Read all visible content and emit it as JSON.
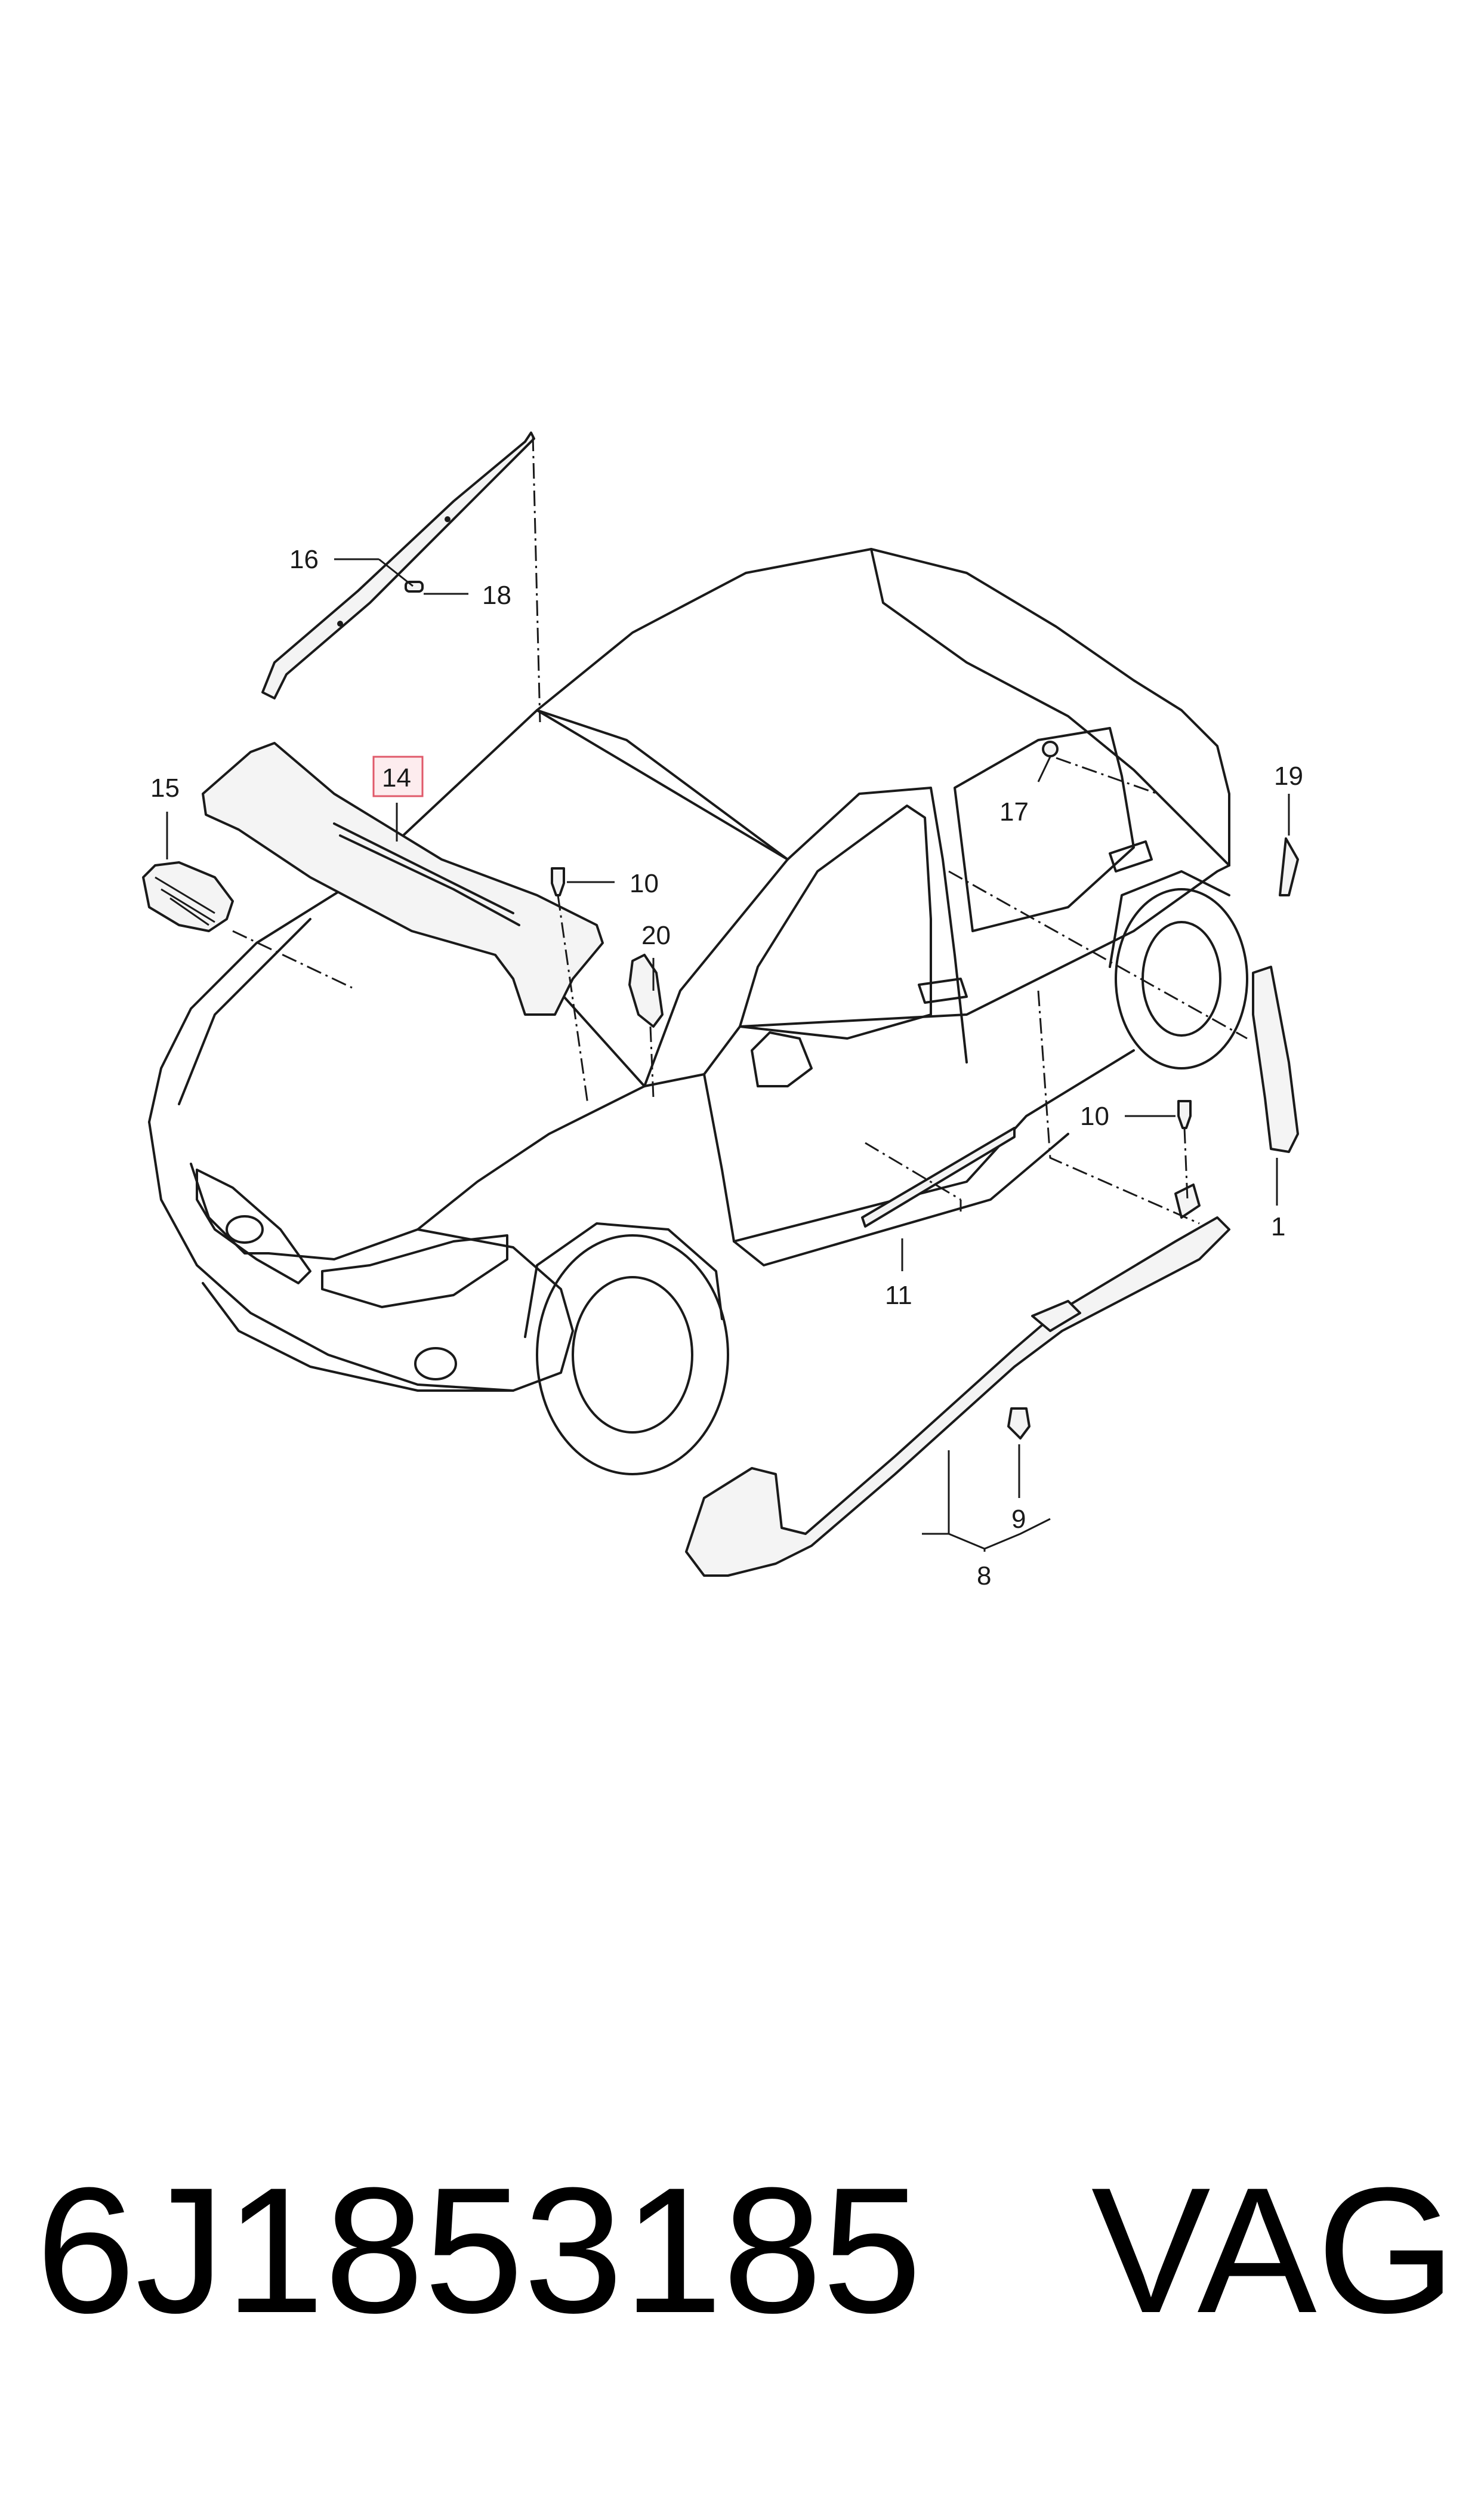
{
  "diagram": {
    "callouts": [
      {
        "id": "c16",
        "label": "16"
      },
      {
        "id": "c18",
        "label": "18"
      },
      {
        "id": "c15",
        "label": "15"
      },
      {
        "id": "c14",
        "label": "14",
        "highlighted": true
      },
      {
        "id": "c10a",
        "label": "10"
      },
      {
        "id": "c20",
        "label": "20"
      },
      {
        "id": "c17",
        "label": "17"
      },
      {
        "id": "c19",
        "label": "19"
      },
      {
        "id": "c10b",
        "label": "10"
      },
      {
        "id": "c1",
        "label": "1"
      },
      {
        "id": "c11",
        "label": "11"
      },
      {
        "id": "c9",
        "label": "9"
      },
      {
        "id": "c8",
        "label": "8"
      }
    ],
    "highlight_color": "#e05a6a"
  },
  "footer": {
    "part_number": "6J1853185",
    "brand": "VAG"
  }
}
